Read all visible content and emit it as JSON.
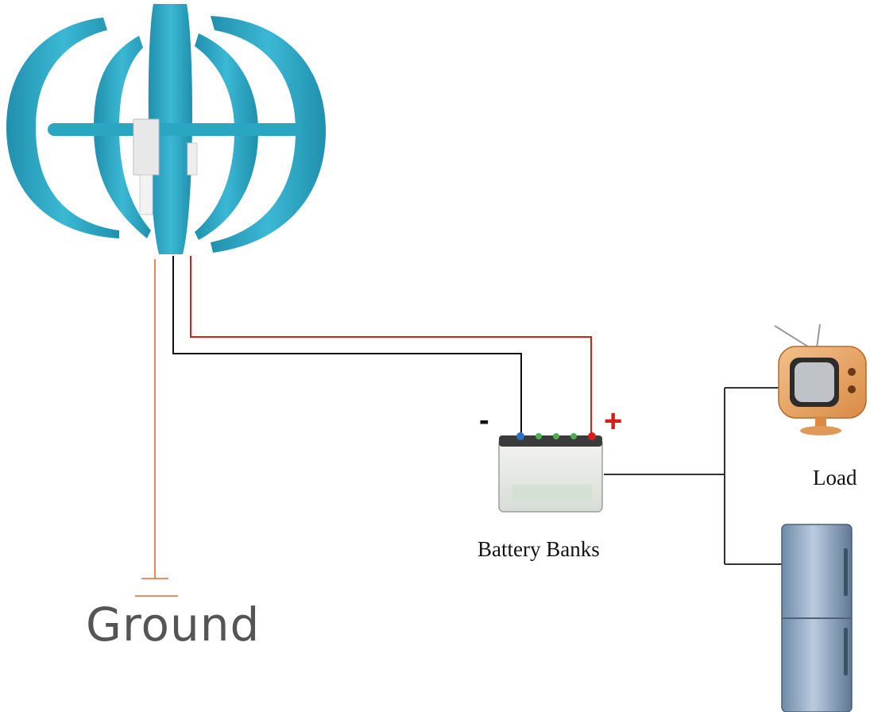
{
  "labels": {
    "ground": "Ground",
    "battery": "Battery Banks",
    "load": "Load",
    "negative": "-",
    "positive": "+"
  },
  "colors": {
    "turbine": "#2aa6c3",
    "positive_wire": "#d81c1c",
    "negative_wire": "#111111",
    "ground_wire": "#e06a3a",
    "load_wire": "#333333"
  },
  "icons": {
    "turbine": "wind-turbine-icon",
    "battery": "battery-icon",
    "tv": "television-icon",
    "fridge": "refrigerator-icon",
    "ground": "ground-symbol-icon"
  }
}
